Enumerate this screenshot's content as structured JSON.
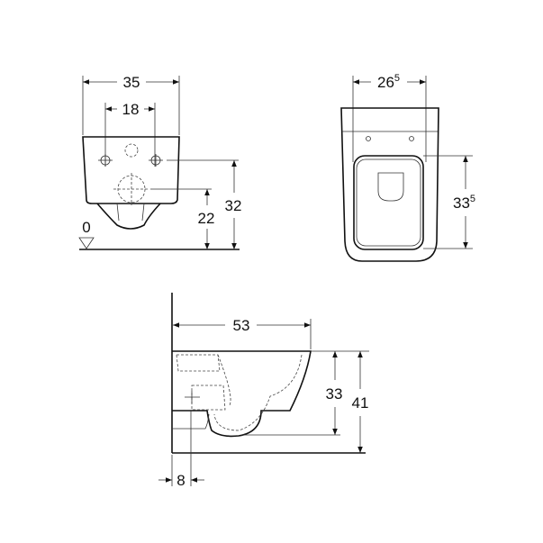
{
  "front_view": {
    "width_label": "35",
    "fixing_spacing_label": "18",
    "fixing_height_label": "32",
    "outlet_height_label": "22",
    "floor_level_label": "0"
  },
  "top_view": {
    "width_main": "26",
    "width_sup": "5",
    "seat_length_main": "33",
    "seat_length_sup": "5"
  },
  "side_view": {
    "projection_label": "53",
    "rim_height_label": "33",
    "total_height_label": "41",
    "offset_label": "8"
  }
}
